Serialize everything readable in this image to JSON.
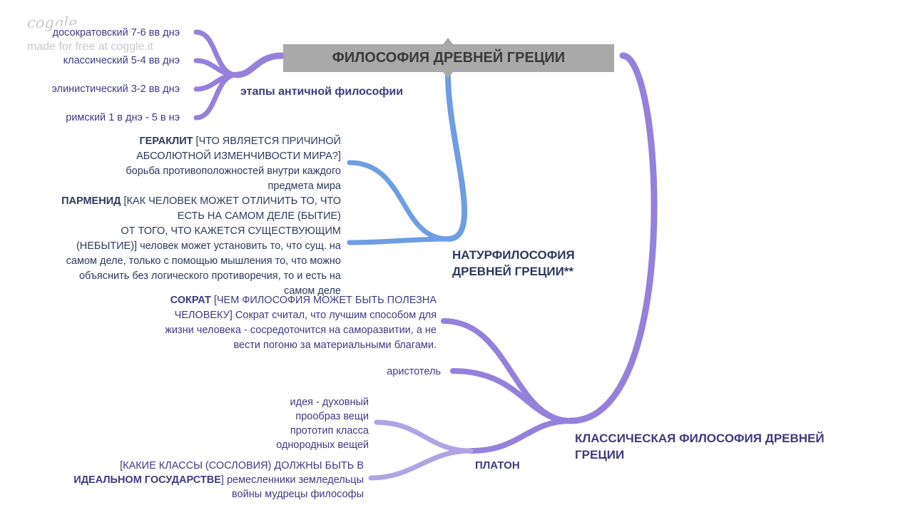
{
  "watermark": {
    "logo": "coggle",
    "line": "made for free at coggle.it"
  },
  "root": {
    "title": "ФИЛОСОФИЯ ДРЕВНЕЙ ГРЕЦИИ"
  },
  "stages": {
    "title": "этапы античной философии",
    "items": [
      "досократовский 7-6 вв днэ",
      "классический 5-4 вв днэ",
      "элинистический 3-2 вв днэ",
      "римский 1 в днэ - 5 в нэ"
    ]
  },
  "natural": {
    "title_lines": [
      "НАТУРФИЛОСОФИЯ",
      "ДРЕВНЕЙ ГРЕЦИИ**"
    ],
    "heraclitus": {
      "name": "ГЕРАКЛИТ",
      "q_first": "[ЧТО ЯВЛЯЕТСЯ ПРИЧИНОЙ",
      "rest_lines": [
        "АБСОЛЮТНОЙ ИЗМЕНЧИВОСТИ МИРА?]",
        "борьба противоположностей внутри каждого",
        "предмета мира"
      ]
    },
    "parmenides": {
      "name": "ПАРМЕНИД",
      "q_first": "[КАК ЧЕЛОВЕК МОЖЕТ ОТЛИЧИТЬ ТО, ЧТО",
      "rest_lines": [
        "ЕСТЬ НА САМОМ ДЕЛЕ (БЫТИЕ)",
        "ОТ ТОГО, ЧТО КАЖЕТСЯ СУЩЕСТВУЮЩИМ",
        "(НЕБЫТИЕ)] человек может установить то, что сущ. на",
        "самом деле, только с помощью мышления то, что можно",
        "объяснить без логического противоречия, то и есть на",
        "самом деле"
      ]
    }
  },
  "classical": {
    "title_lines": [
      "КЛАССИЧЕСКАЯ ФИЛОСОФИЯ ДРЕВНЕЙ",
      "ГРЕЦИИ"
    ],
    "socrates": {
      "name": "СОКРАТ",
      "q_first": "[ЧЕМ ФИЛОСОФИЯ МОЖЕТ БЫТЬ ПОЛЕЗНА",
      "rest_lines": [
        "ЧЕЛОВЕКУ] Сократ считал, что лучшим способом для",
        "жизни человека - сосредоточится на саморазвитии, а не",
        "вести погоню за материальными благами."
      ]
    },
    "aristotle": "аристотель",
    "plato": {
      "title": "ПЛАТОН",
      "idea_lines": [
        "идея - духовный",
        "прообраз вещи",
        "прототип класса",
        "однородных вещей"
      ],
      "state_first": "[КАКИЕ КЛАССЫ (СОСЛОВИЯ) ДОЛЖНЫ БЫТЬ В",
      "state_bold": "ИДЕАЛЬНОМ ГОСУДАРСТВЕ",
      "state_after": "] ремесленники земледельцы",
      "state_last": "войны мудрецы философы"
    }
  },
  "colors": {
    "purple_branch": "#9580dc",
    "light_purple_branch": "#b0a3e3",
    "blue_branch": "#6e9de4",
    "root_bg": "#a9a9a9"
  }
}
